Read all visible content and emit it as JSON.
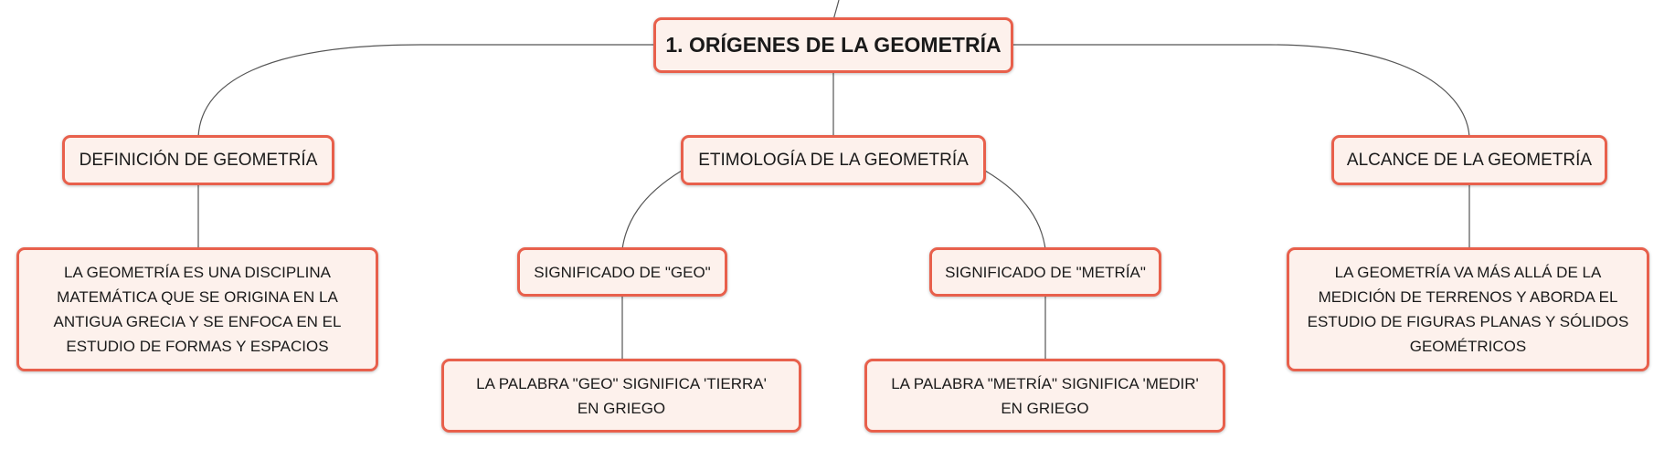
{
  "root": {
    "label": "1. ORÍGENES DE LA GEOMETRÍA"
  },
  "branches": {
    "definicion": {
      "label": "DEFINICIÓN DE GEOMETRÍA",
      "detail": "LA GEOMETRÍA ES UNA DISCIPLINA MATEMÁTICA QUE SE ORIGINA EN LA ANTIGUA GRECIA Y SE ENFOCA EN EL ESTUDIO DE FORMAS Y ESPACIOS"
    },
    "etimologia": {
      "label": "ETIMOLOGÍA DE LA GEOMETRÍA",
      "geo": {
        "label": "SIGNIFICADO DE \"GEO\"",
        "detail": "LA PALABRA \"GEO\" SIGNIFICA 'TIERRA' EN GRIEGO"
      },
      "metria": {
        "label": "SIGNIFICADO DE \"METRÍA\"",
        "detail": "LA PALABRA \"METRÍA\" SIGNIFICA 'MEDIR' EN GRIEGO"
      }
    },
    "alcance": {
      "label": "ALCANCE DE LA GEOMETRÍA",
      "detail": "LA GEOMETRÍA VA MÁS ALLÁ DE LA MEDICIÓN DE TERRENOS Y ABORDA EL ESTUDIO DE FIGURAS PLANAS Y SÓLIDOS GEOMÉTRICOS"
    }
  },
  "colors": {
    "node_fill": "#fdf1ec",
    "node_border": "#e8604c",
    "connector": "#555555"
  }
}
